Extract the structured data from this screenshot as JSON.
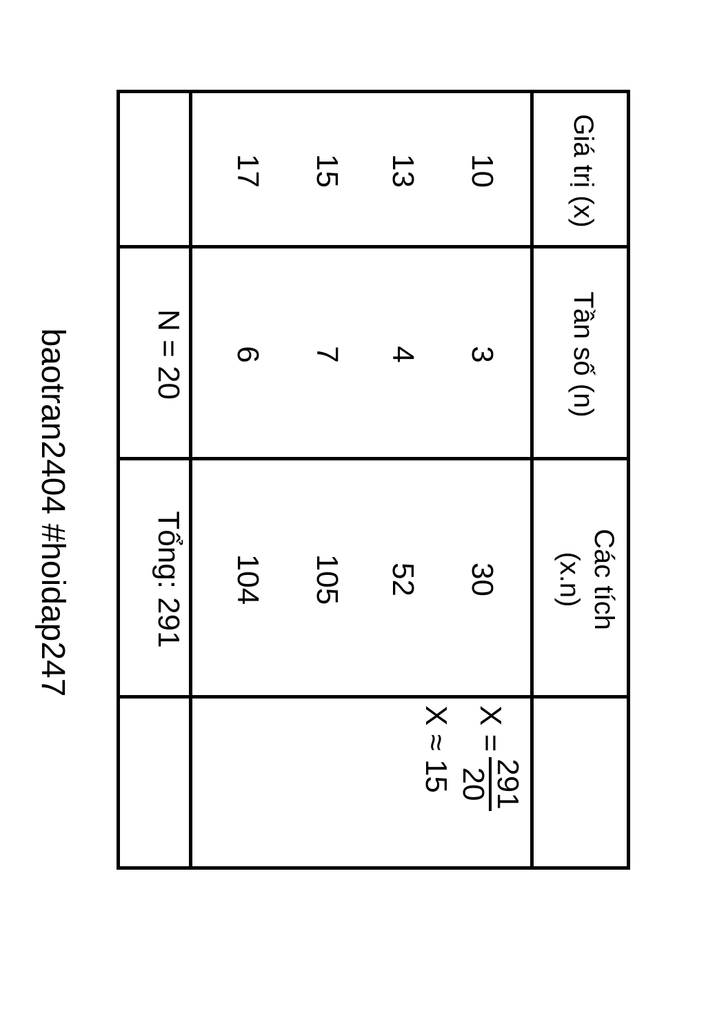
{
  "table": {
    "headers": [
      "Giá trị (x)",
      "Tần số (n)",
      "Các tích",
      "(x.n)"
    ],
    "rows": [
      {
        "x": "10",
        "n": "3",
        "xn": "30"
      },
      {
        "x": "13",
        "n": "4",
        "xn": "52"
      },
      {
        "x": "15",
        "n": "7",
        "xn": "105"
      },
      {
        "x": "17",
        "n": "6",
        "xn": "104"
      }
    ],
    "total_n": "N = 20",
    "total_xn": "Tổng: 291",
    "mean": {
      "lhs": "X =",
      "numerator": "291",
      "denominator": "20",
      "approx": "X ≈ 15"
    }
  },
  "watermark": "baotran2404 #hoidap247"
}
